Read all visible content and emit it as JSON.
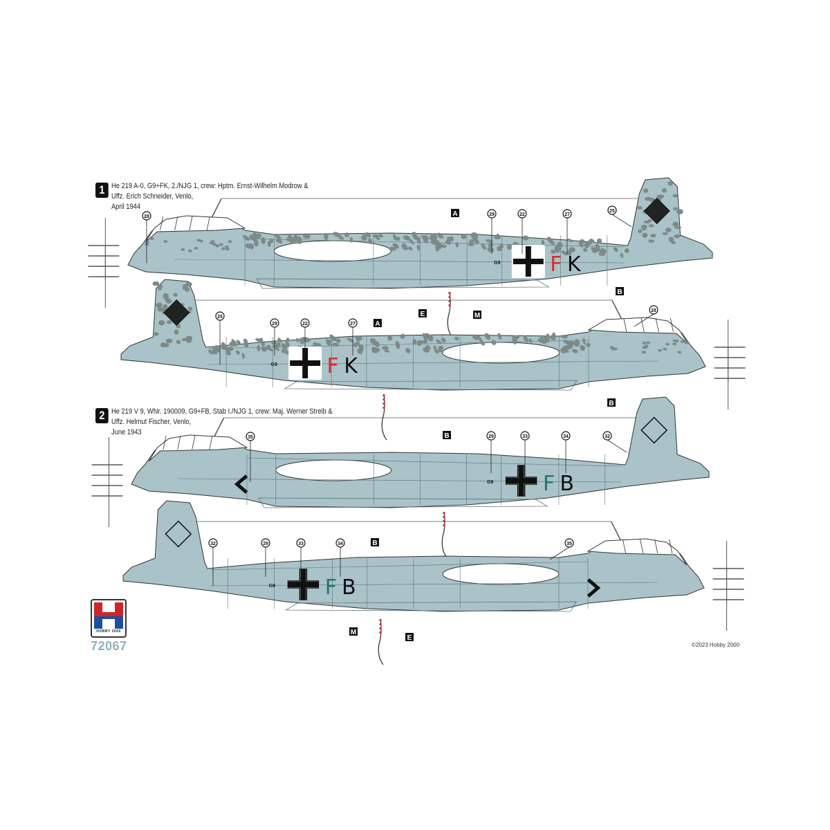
{
  "profiles": [
    {
      "number": "1",
      "caption": [
        "He 219 A-0, G9+FK, 2./NJG 1, crew: Hptm. Ernst-Wilhelm Modrow &",
        "Uffz. Erich Schneider, Venlo,",
        "April 1944"
      ],
      "code_prefix": "G9",
      "letters": [
        "F",
        "K"
      ],
      "letter_colors": [
        "#d62b2b",
        "#111111"
      ],
      "camouflage": "mottled",
      "fin_marking": "black-diamond",
      "fuselage_marking": "none",
      "views": [
        {
          "side": "port",
          "callouts": [
            "28",
            "29",
            "22",
            "27",
            "25"
          ],
          "labels": [
            "A",
            "B",
            "E",
            "M"
          ]
        },
        {
          "side": "starboard",
          "callouts": [
            "25",
            "29",
            "22",
            "27",
            "28"
          ],
          "labels": [
            "A",
            "B"
          ]
        }
      ]
    },
    {
      "number": "2",
      "caption": [
        "He 219 V 9, WNr. 190009, G9+FB, Stab I./NJG 1, crew: Maj. Werner Streib &",
        "Uffz. Helmut Fischer, Venlo,",
        "June 1943"
      ],
      "code_prefix": "G9",
      "letters": [
        "F",
        "B"
      ],
      "letter_colors": [
        "#1f7a6a",
        "#111111"
      ],
      "camouflage": "plain",
      "fin_marking": "outline-diamond",
      "fuselage_marking": "chevron",
      "views": [
        {
          "side": "port",
          "callouts": [
            "35",
            "29",
            "33",
            "34",
            "32"
          ],
          "labels": [
            "B"
          ]
        },
        {
          "side": "starboard",
          "callouts": [
            "32",
            "29",
            "33",
            "34",
            "35"
          ],
          "labels": [
            "B",
            "M",
            "E"
          ]
        }
      ]
    }
  ],
  "colors": {
    "base": "#a9c3c9",
    "mottle": "#7d8a88",
    "panel": "#5e7377",
    "canopy": "#ffffff"
  },
  "logo": {
    "brand": "HOBBY 2000",
    "kit_number": "72067"
  },
  "copyright": "©2023 Hobby 2000"
}
